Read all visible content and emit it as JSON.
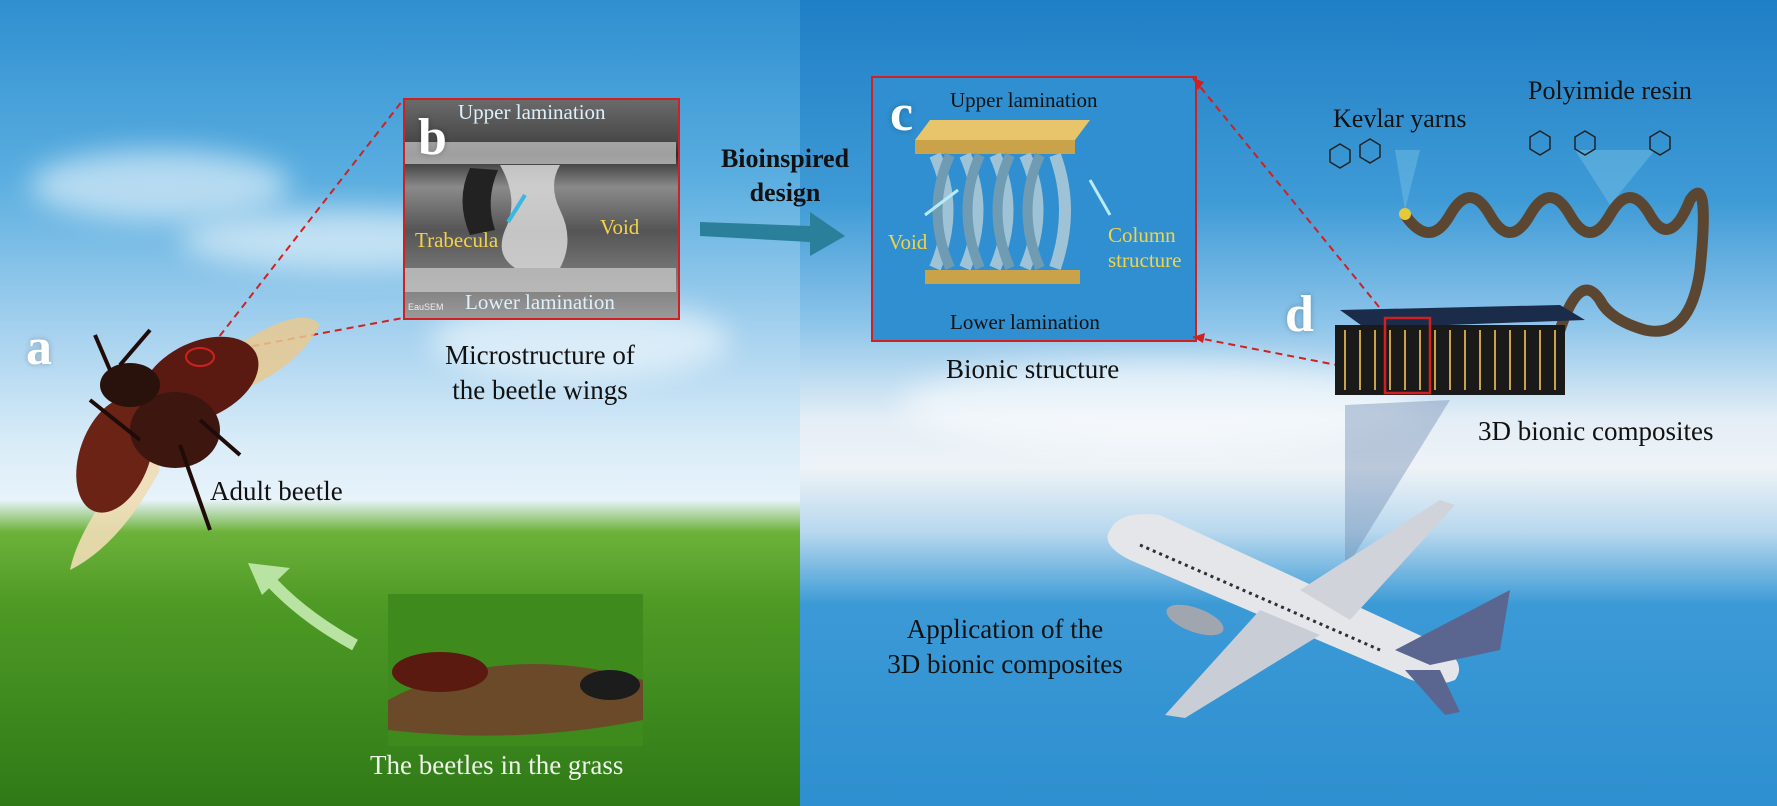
{
  "panels": {
    "a": "a",
    "b": "b",
    "c": "c",
    "d": "d"
  },
  "labels": {
    "adult_beetle": "Adult beetle",
    "beetles_grass": "The beetles in the grass",
    "micro_line1": "Microstructure of",
    "micro_line2": "the beetle wings",
    "upper_lam_b": "Upper lamination",
    "lower_lam_b": "Lower lamination",
    "trabecula": "Trabecula",
    "void_b": "Void",
    "sem_tag": "EauSEM",
    "bio_line1": "Bioinspired",
    "bio_line2": "design",
    "upper_lam_c": "Upper lamination",
    "lower_lam_c": "Lower lamination",
    "void_c": "Void",
    "column1": "Column",
    "column2": "structure",
    "bionic_structure": "Bionic structure",
    "kevlar": "Kevlar yarns",
    "polyimide": "Polyimide resin",
    "composites": "3D bionic composites",
    "app_line1": "Application of the",
    "app_line2": "3D bionic composites"
  },
  "colors": {
    "callout_red": "#d02020",
    "highlight_yellow": "#f3d34a",
    "label_light": "#dff0fa"
  }
}
